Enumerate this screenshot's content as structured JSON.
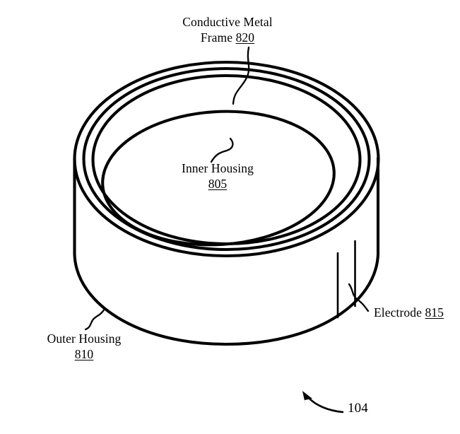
{
  "figure": {
    "reference_number": "104",
    "type": "patent-line-drawing",
    "subject": "ring-shaped wearable device cross-section",
    "background_color": "#ffffff",
    "line_color": "#000000"
  },
  "labels": {
    "conductive_metal_frame": {
      "line1": "Conductive Metal",
      "line2_text": "Frame",
      "number": "820"
    },
    "inner_housing": {
      "line1": "Inner Housing",
      "number": "805"
    },
    "outer_housing": {
      "line1": "Outer Housing",
      "number": "810"
    },
    "electrode": {
      "line1_text": "Electrode",
      "number": "815"
    }
  },
  "components": [
    {
      "name": "Inner Housing",
      "ref": "805"
    },
    {
      "name": "Outer Housing",
      "ref": "810"
    },
    {
      "name": "Electrode",
      "ref": "815"
    },
    {
      "name": "Conductive Metal Frame",
      "ref": "820"
    }
  ]
}
